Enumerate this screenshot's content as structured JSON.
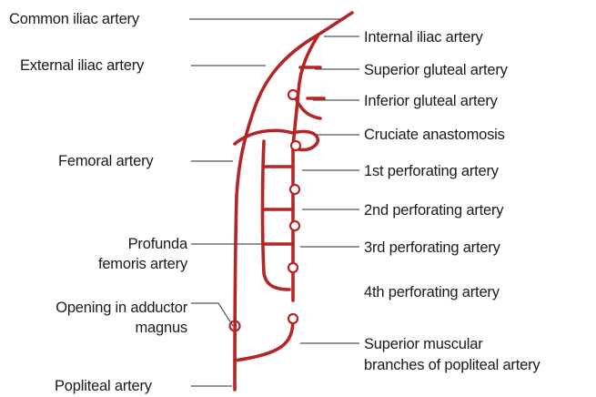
{
  "colors": {
    "artery": "#b52525",
    "leader": "#555555",
    "text": "#1a1a1a",
    "background": "#ffffff"
  },
  "labels": {
    "common_iliac": "Common iliac artery",
    "external_iliac": "External iliac artery",
    "femoral": "Femoral artery",
    "profunda_line1": "Profunda",
    "profunda_line2": "femoris artery",
    "opening_line1": "Opening in adductor",
    "opening_line2": "magnus",
    "popliteal": "Popliteal artery",
    "internal_iliac": "Internal iliac artery",
    "superior_gluteal": "Superior gluteal artery",
    "inferior_gluteal": "Inferior gluteal artery",
    "cruciate": "Cruciate anastomosis",
    "perforating_1": "1st perforating artery",
    "perforating_2": "2nd perforating artery",
    "perforating_3": "3rd perforating artery",
    "perforating_4": "4th perforating artery",
    "sup_muscular_line1": "Superior muscular",
    "sup_muscular_line2": "branches of popliteal artery"
  }
}
